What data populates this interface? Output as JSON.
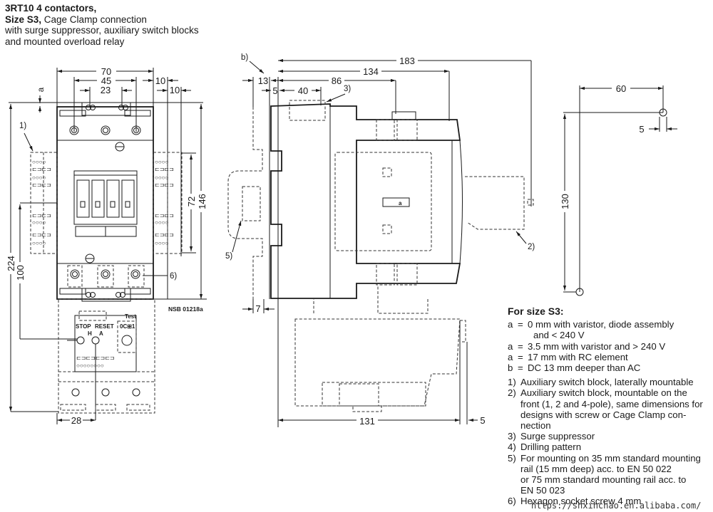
{
  "title": {
    "line1_bold": "3RT10 4 contactors,",
    "line2_bold": "Size S3,",
    "line2_rest": " Cage Clamp connection",
    "line3": "with surge suppressor, auxiliary switch blocks",
    "line4": "and mounted overload relay"
  },
  "front_view": {
    "dims": {
      "width_total": "70",
      "terminal_span": "45",
      "inner_span": "23",
      "side_block_1": "10",
      "side_block_2": "10",
      "a_label": "a",
      "height_total": "224",
      "height_lower": "100",
      "height_aux": "72",
      "height_contactor": "146",
      "offset_bottom": "28"
    },
    "callouts": {
      "aux_block": "1)",
      "hex_screw": "6)"
    },
    "relay_labels": {
      "stop": "STOP",
      "reset": "RESET",
      "test": "Test",
      "h": "H",
      "a": "A",
      "display": "0C⊞1"
    },
    "drawing_code": "NSB 01218a"
  },
  "side_view": {
    "dims": {
      "depth_total": "183",
      "depth_134": "134",
      "depth_86": "86",
      "depth_40": "40",
      "offset_5": "5",
      "offset_13": "13",
      "rail_7": "7",
      "relay_131": "131",
      "relay_5": "5"
    },
    "callouts": {
      "b": "b)",
      "surge": "3)",
      "rail": "5)",
      "front_aux": "2)"
    },
    "center_label": "a"
  },
  "drilling_pattern": {
    "dims": {
      "horizontal": "60",
      "vertical": "130",
      "hole": "5"
    }
  },
  "notes": {
    "heading": "For size S3:",
    "defs": [
      {
        "key": "a",
        "eq": "=",
        "text": "0 mm with varistor, diode assembly",
        "cont": "and < 240 V"
      },
      {
        "key": "a",
        "eq": "=",
        "text": "3.5 mm with varistor and > 240 V",
        "cont": ""
      },
      {
        "key": "a",
        "eq": "=",
        "text": "17 mm with RC element",
        "cont": ""
      },
      {
        "key": "b",
        "eq": "=",
        "text": "DC 13 mm deeper than AC",
        "cont": ""
      }
    ],
    "items": [
      {
        "n": "1)",
        "lines": [
          "Auxiliary switch block, laterally mountable"
        ]
      },
      {
        "n": "2)",
        "lines": [
          "Auxiliary switch block, mountable on the",
          "front (1, 2 and 4-pole), same dimensions for",
          "designs with screw or Cage Clamp con-",
          "nection"
        ]
      },
      {
        "n": "3)",
        "lines": [
          "Surge suppressor"
        ]
      },
      {
        "n": "4)",
        "lines": [
          "Drilling pattern"
        ]
      },
      {
        "n": "5)",
        "lines": [
          "For mounting on 35 mm standard mounting",
          "rail (15 mm deep) acc. to EN 50 022",
          "or 75 mm standard mounting rail acc. to",
          "EN 50 023"
        ]
      },
      {
        "n": "6)",
        "lines": [
          "Hexagon socket screw 4 mm"
        ]
      }
    ]
  },
  "watermark": "https://shxinchao.en.alibaba.com/"
}
